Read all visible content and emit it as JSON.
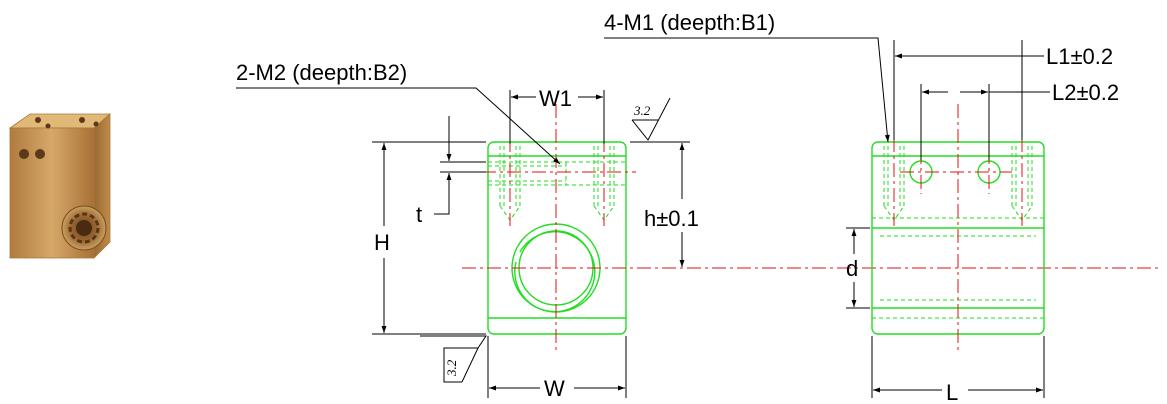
{
  "colors": {
    "outline": "#22dd22",
    "centerline": "#e01010",
    "dimension": "#000000",
    "part_brass": "#c8a060"
  },
  "labels": {
    "m1": "4-M1 (deepth:B1)",
    "m2": "2-M2 (deepth:B2)",
    "w1": "W1",
    "w": "W",
    "h": "H",
    "h_tol": "h±0.1",
    "t": "t",
    "l1": "L1±0.2",
    "l2": "L2±0.2",
    "d": "d",
    "l": "L",
    "rough_top": "3.2",
    "rough_bottom": "3.2"
  }
}
